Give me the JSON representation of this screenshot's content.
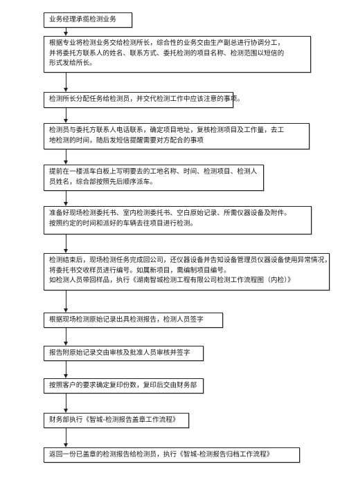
{
  "steps": [
    {
      "lines": [
        "业务经理承揽检测业务"
      ]
    },
    {
      "lines": [
        "根据专业将检测业务交给检测所长，综合性的业务交由生产副总进行协调分工，",
        "并将委托方联系人的姓名、联系方式、委托检测的项目名称、检测范围以短信的",
        "形式发给所长。"
      ]
    },
    {
      "lines": [
        "检测所长分配任务给检测员，并交代检测工作中应该注意的事项。"
      ]
    },
    {
      "lines": [
        "检测员与委托方联系人电话联系，确定项目地址，复核检测项目及工作量，去工",
        "地检测的时间，随后发短信提醒需要对方配合的事项"
      ]
    },
    {
      "lines": [
        "提前在一楼派车白板上写明要去的工地名称、时间、检测项目、检测人",
        "员姓名，综合部按照先后顺序派车。"
      ]
    },
    {
      "lines": [
        "准备好现场检测委托书、室内检测委托书、空白原始记录、所需仪器设备及附件。",
        "按照约定的时间和派好的车辆去往项目进行检测。"
      ]
    },
    {
      "lines": [
        "检测结束后，现场检测任务完成回公司，还仪器设备并告知设备管理员仪器设备使用异常情况，",
        "将委托书交收样员进行编号。如属新项目，需编制项目编号。",
        "如检测人员带回样品，执行《湖南智城检测工程有限公司检测工作流程图（内检）》"
      ]
    },
    {
      "lines": [
        "根据现场检测原始记录出具检测报告，检测人员签字"
      ]
    },
    {
      "lines": [
        "报告附原始记录交由审核及批准人员审核并签字"
      ]
    },
    {
      "lines": [
        "按照客户的要求确定复印份数，复印后交由财务部"
      ]
    },
    {
      "lines": [
        "财务部执行《智城-检测报告盖章工作流程》"
      ]
    },
    {
      "lines": [
        "返回一份已盖章的检测报告给检测员，执行《智城-检测报告归档工作流程》"
      ]
    }
  ]
}
